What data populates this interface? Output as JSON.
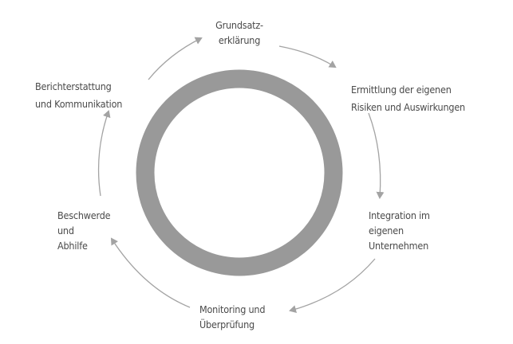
{
  "colors": {
    "ring": "#999999",
    "arrow": "#a3a3a3",
    "text": "#4a4a4a"
  },
  "steps": [
    {
      "lines": [
        "Grundsatz-",
        "erklärung"
      ]
    },
    {
      "lines": [
        "Ermittlung der eigenen",
        "Risiken und Auswirkungen"
      ]
    },
    {
      "lines": [
        "Integration im",
        "eigenen",
        "Unternehmen"
      ]
    },
    {
      "lines": [
        "Monitoring und",
        "Überprüfung"
      ]
    },
    {
      "lines": [
        "Beschwerde",
        "und",
        "Abhilfe"
      ]
    },
    {
      "lines": [
        "Berichterstattung",
        "und Kommunikation"
      ]
    }
  ]
}
